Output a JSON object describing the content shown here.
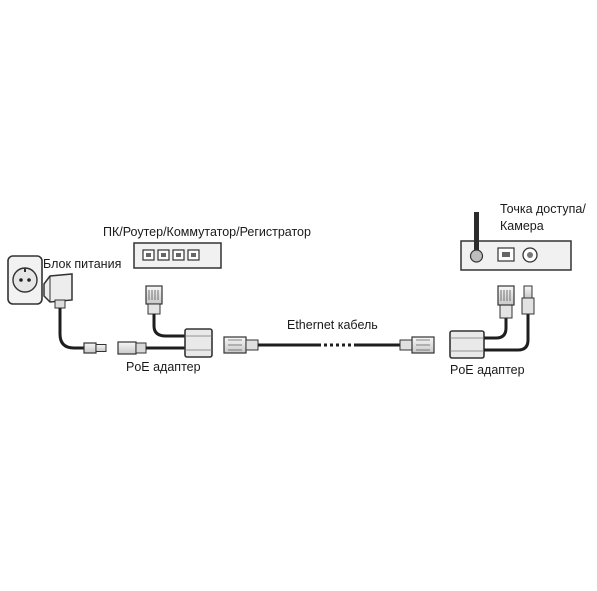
{
  "labels": {
    "pc_router": "ПК/Роутер/Коммутатор/Регистратор",
    "power_supply": "Блок питания",
    "poe_left": "PoE адаптер",
    "ethernet": "Ethernet кабель",
    "access_point_line1": "Точка доступа/",
    "access_point_line2": "Камера",
    "poe_right": "PoE адаптер"
  },
  "icons": {
    "socket": "power-socket-icon",
    "power_adapter": "power-adapter-icon",
    "switch": "network-switch-icon",
    "camera": "access-point-icon"
  },
  "colors": {
    "line": "#1e1e1e",
    "device_fill": "#efefef",
    "device_stroke": "#3a3a3a"
  }
}
